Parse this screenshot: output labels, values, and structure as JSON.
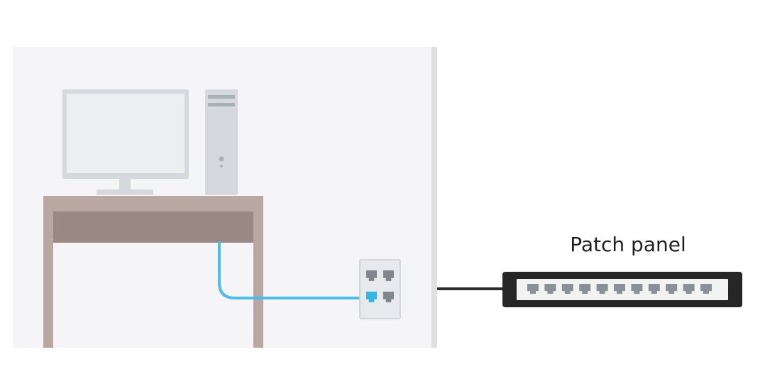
{
  "labels": {
    "patch_panel": "Patch panel"
  },
  "patch_panel": {
    "port_count": 11
  },
  "wall_jack": {
    "port_count": 4,
    "connected_port": 3
  },
  "colors": {
    "room_bg": "#f5f5f7",
    "wall_edge": "#e0e0e3",
    "desk_top": "#b9a7a2",
    "desk_apron": "#9a8983",
    "desk_leg": "#b9a7a2",
    "monitor_frame": "#d5d9dd",
    "monitor_screen": "#eceef0",
    "tower": "#d5d9dd",
    "tower_detail": "#a8b0b8",
    "cable": "#4dbde9",
    "cable_plug": "#35b4e6",
    "wall_jack_plate": "#e7e9ec",
    "wall_jack_port": "#7f868d",
    "trunk_cable": "#2c2c2c",
    "panel_body": "#262626",
    "panel_face": "#f2f2f2",
    "panel_port": "#8a9096"
  }
}
